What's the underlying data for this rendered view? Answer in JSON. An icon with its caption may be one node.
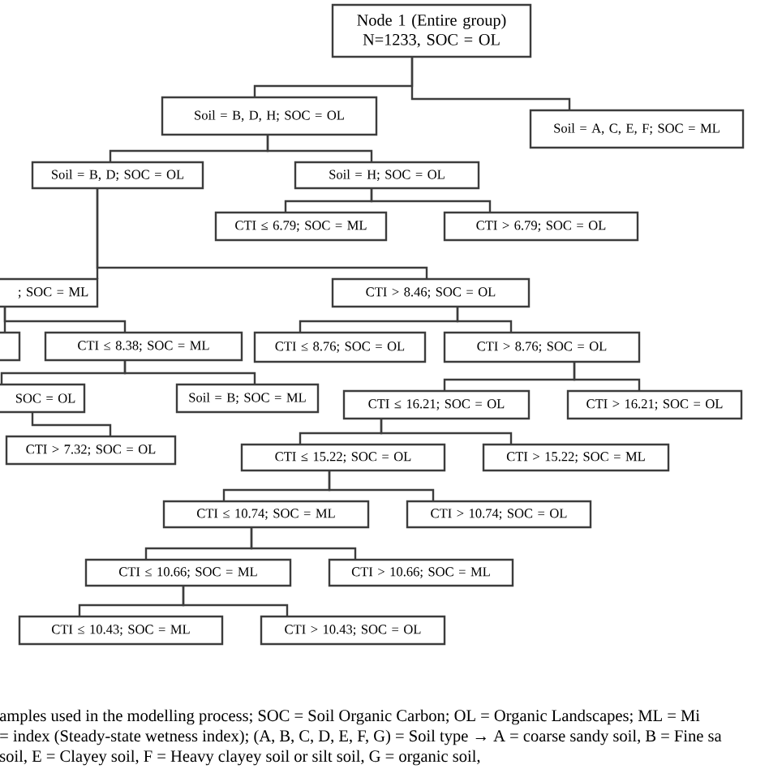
{
  "diagram": {
    "nodes": [
      {
        "text": [
          "Node 1 (Entire group)",
          "N=1233, SOC = OL"
        ]
      },
      {
        "text": [
          "Soil = B, D, H; SOC = OL"
        ]
      },
      {
        "text": [
          "Soil = A, C, E, F; SOC = ML"
        ]
      },
      {
        "text": [
          "Soil = B, D; SOC = OL"
        ]
      },
      {
        "text": [
          "Soil = H; SOC = OL"
        ]
      },
      {
        "text": [
          "CTI ≤ 6.79; SOC = ML"
        ]
      },
      {
        "text": [
          "CTI > 6.79; SOC = OL"
        ]
      },
      {
        "text": [
          "; SOC = ML"
        ]
      },
      {
        "text": [
          "CTI > 8.46; SOC = OL"
        ]
      },
      {
        "text": [],
        "shape": "box"
      },
      {
        "text": [
          "CTI ≤ 8.38; SOC = ML"
        ]
      },
      {
        "text": [
          "SOC = OL"
        ]
      },
      {
        "text": [
          "Soil = B; SOC = ML"
        ]
      },
      {
        "text": [
          "CTI > 7.32; SOC = OL"
        ]
      },
      {
        "text": [
          "CTI ≤  8.76; SOC = OL"
        ]
      },
      {
        "text": [
          "CTI > 8.76; SOC = OL"
        ]
      },
      {
        "text": [
          "CTI ≤ 16.21; SOC = OL"
        ]
      },
      {
        "text": [
          "CTI > 16.21; SOC = OL"
        ]
      },
      {
        "text": [
          "CTI ≤ 15.22; SOC = OL"
        ]
      },
      {
        "text": [
          "CTI > 15.22; SOC = ML"
        ]
      },
      {
        "text": [
          "CTI ≤ 10.74; SOC = ML"
        ]
      },
      {
        "text": [
          "CTI > 10.74; SOC = OL"
        ]
      },
      {
        "text": [
          "CTI ≤ 10.66; SOC = ML"
        ]
      },
      {
        "text": [
          "CTI > 10.66; SOC = ML"
        ]
      },
      {
        "text": [
          "CTI ≤ 10.43; SOC = ML"
        ]
      },
      {
        "text": [
          "CTI > 10.43; SOC = OL"
        ]
      }
    ],
    "edges": [
      {
        "from": 0,
        "to": 1,
        "arrow": "none"
      },
      {
        "from": 0,
        "to": 2,
        "arrow": "none"
      },
      {
        "from": 1,
        "to": 3,
        "arrow": "none"
      },
      {
        "from": 1,
        "to": 4,
        "arrow": "none"
      },
      {
        "from": 4,
        "to": 5,
        "arrow": "none"
      },
      {
        "from": 4,
        "to": 6,
        "arrow": "none"
      },
      {
        "from": 3,
        "to": 7,
        "arrow": "none"
      },
      {
        "from": 3,
        "to": 8,
        "arrow": "none"
      },
      {
        "from": 7,
        "to": 9,
        "arrow": "none"
      },
      {
        "from": 7,
        "to": 10,
        "arrow": "none"
      },
      {
        "from": 10,
        "to": 11,
        "arrow": "none"
      },
      {
        "from": 10,
        "to": 12,
        "arrow": "none"
      },
      {
        "from": 11,
        "to": 13,
        "arrow": "none"
      },
      {
        "from": 8,
        "to": 14,
        "arrow": "none"
      },
      {
        "from": 8,
        "to": 15,
        "arrow": "none"
      },
      {
        "from": 15,
        "to": 16,
        "arrow": "none"
      },
      {
        "from": 15,
        "to": 17,
        "arrow": "none"
      },
      {
        "from": 16,
        "to": 18,
        "arrow": "none"
      },
      {
        "from": 16,
        "to": 19,
        "arrow": "none"
      },
      {
        "from": 18,
        "to": 20,
        "arrow": "none"
      },
      {
        "from": 18,
        "to": 21,
        "arrow": "none"
      },
      {
        "from": 20,
        "to": 22,
        "arrow": "none"
      },
      {
        "from": 20,
        "to": 23,
        "arrow": "none"
      },
      {
        "from": 22,
        "to": 24,
        "arrow": "none"
      },
      {
        "from": 22,
        "to": 25,
        "arrow": "none"
      }
    ],
    "labels": [
      "amples used in the modelling process; SOC = Soil Organic Carbon; OL = Organic Landscapes; ML = Mi",
      "= index (Steady-state wetness index); (A, B, C, D, E, F, G) = Soil type → A = coarse sandy soil, B = Fine sa",
      "soil, E = Clayey soil, F = Heavy clayey soil or silt soil, G = organic soil,"
    ]
  }
}
